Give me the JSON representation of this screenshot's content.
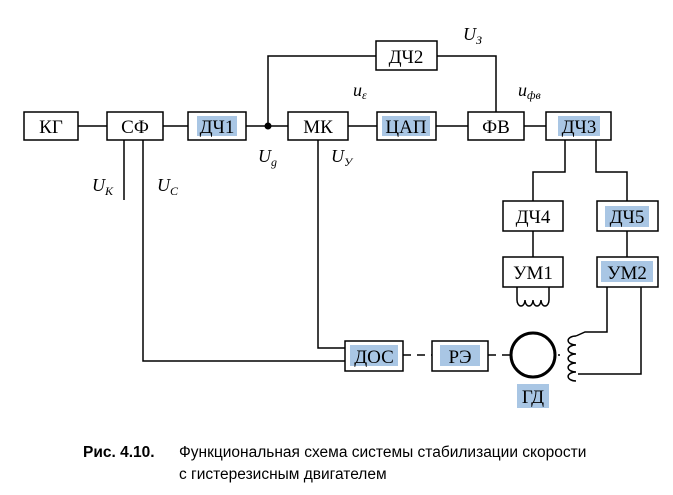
{
  "blocks": {
    "kg": "КГ",
    "sf": "СФ",
    "dch1": "ДЧ1",
    "mk": "МК",
    "dch2": "ДЧ2",
    "tsap": "ЦАП",
    "fv": "ФВ",
    "dch3": "ДЧ3",
    "dch4": "ДЧ4",
    "dch5": "ДЧ5",
    "um1": "УМ1",
    "um2": "УМ2",
    "dos": "ДОС",
    "re": "РЭ",
    "gd": "ГД"
  },
  "signals": {
    "u3_main": "U",
    "u3_sub": "З",
    "ue_main": "u",
    "ue_sub": "ε",
    "ufv_main": "u",
    "ufv_sub": "фв",
    "ug_main": "U",
    "ug_sub": "g",
    "uy_main": "U",
    "uy_sub": "У",
    "uk_main": "U",
    "uk_sub": "К",
    "uc_main": "U",
    "uc_sub": "С"
  },
  "caption": {
    "number": "Рис. 4.10.",
    "line1": "Функциональная схема системы стабилизации скорости",
    "line2": "с гистерезисным двигателем"
  },
  "colors": {
    "highlight": "#a9c6e4",
    "line": "#000000"
  }
}
